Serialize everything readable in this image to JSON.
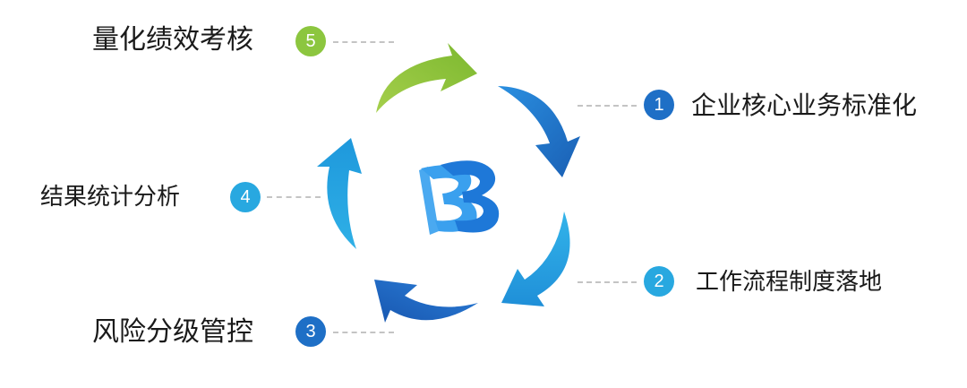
{
  "steps": [
    {
      "number": "1",
      "label": "企业核心业务标准化",
      "color": "#1e6fc6"
    },
    {
      "number": "2",
      "label": "工作流程制度落地",
      "color": "#28a8e0"
    },
    {
      "number": "3",
      "label": "风险分级管控",
      "color": "#1e6fc6"
    },
    {
      "number": "4",
      "label": "结果统计分析",
      "color": "#28a8e0"
    },
    {
      "number": "5",
      "label": "量化绩效考核",
      "color": "#8cc63f"
    }
  ],
  "logo": {
    "text": "BB"
  }
}
